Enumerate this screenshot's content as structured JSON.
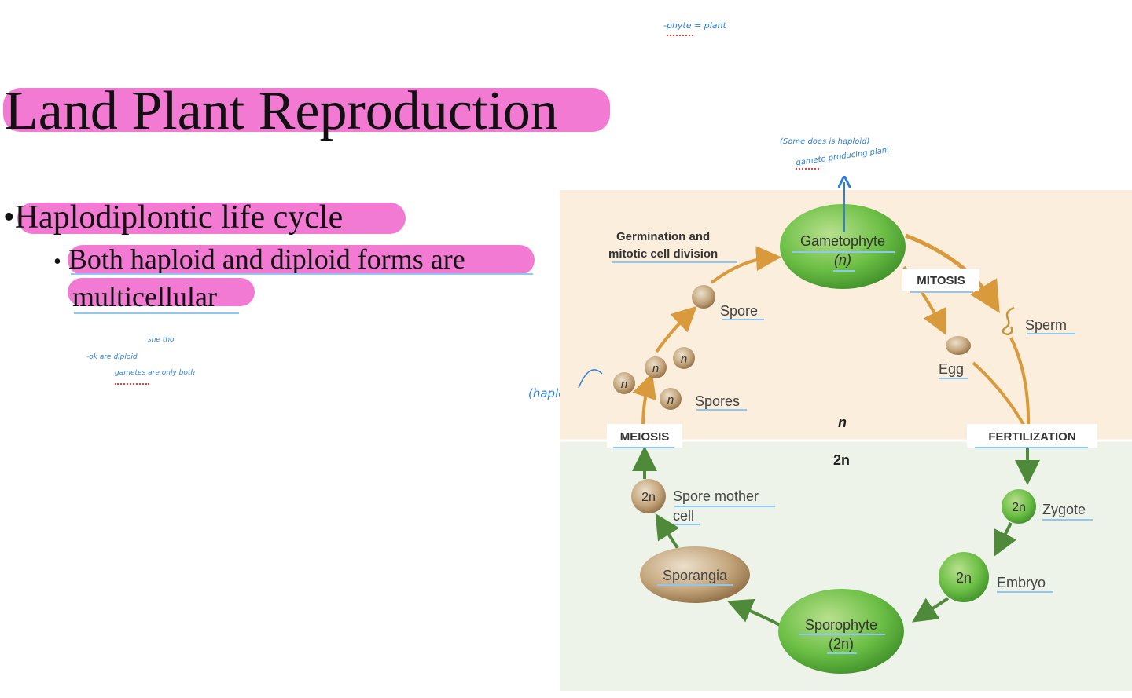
{
  "slide": {
    "title": "Land Plant Reproduction",
    "bullet1": "Haplodiplontic life cycle",
    "bullet2_line1": "Both haploid and diploid forms are",
    "bullet2_line2": "multicellular",
    "bullet_glyph": "•",
    "highlight_color": "#f37ad2"
  },
  "handwriting": {
    "top_note": "-phyte = plant",
    "gametophyte_note_line1": "(Some does is haploid)",
    "gametophyte_note_line2": "gamete producing plant",
    "haploid_note": "(haploid)",
    "left_note_line1": "-ok are diploid",
    "left_note_line2": "gametes are only both",
    "left_note_top": "she  tho",
    "ink_color": "#2f7fd6"
  },
  "diagram": {
    "haploid_region_label": "n",
    "diploid_region_label": "2n",
    "germination_line1": "Germination and",
    "germination_line2": "mitotic cell division",
    "gametophyte_name": "Gametophyte",
    "gametophyte_ploidy": "(n)",
    "mitosis": "MITOSIS",
    "sperm": "Sperm",
    "egg": "Egg",
    "spore": "Spore",
    "spores": "Spores",
    "meiosis": "MEIOSIS",
    "fertilization": "FERTILIZATION",
    "spore_mother_line1": "Spore mother",
    "spore_mother_line2": "cell",
    "zygote": "Zygote",
    "embryo": "Embryo",
    "sporangia": "Sporangia",
    "sporophyte_name": "Sporophyte",
    "sporophyte_ploidy": "(2n)",
    "n_badge": "n",
    "two_n_badge": "2n",
    "colors": {
      "haploid_bg": "#fbeedd",
      "diploid_bg": "#eef3ea",
      "haploid_arrow": "#d99a3c",
      "diploid_arrow": "#4f8a3a",
      "green_cell": "#6cbf45",
      "tan_cell": "#b99566"
    }
  }
}
